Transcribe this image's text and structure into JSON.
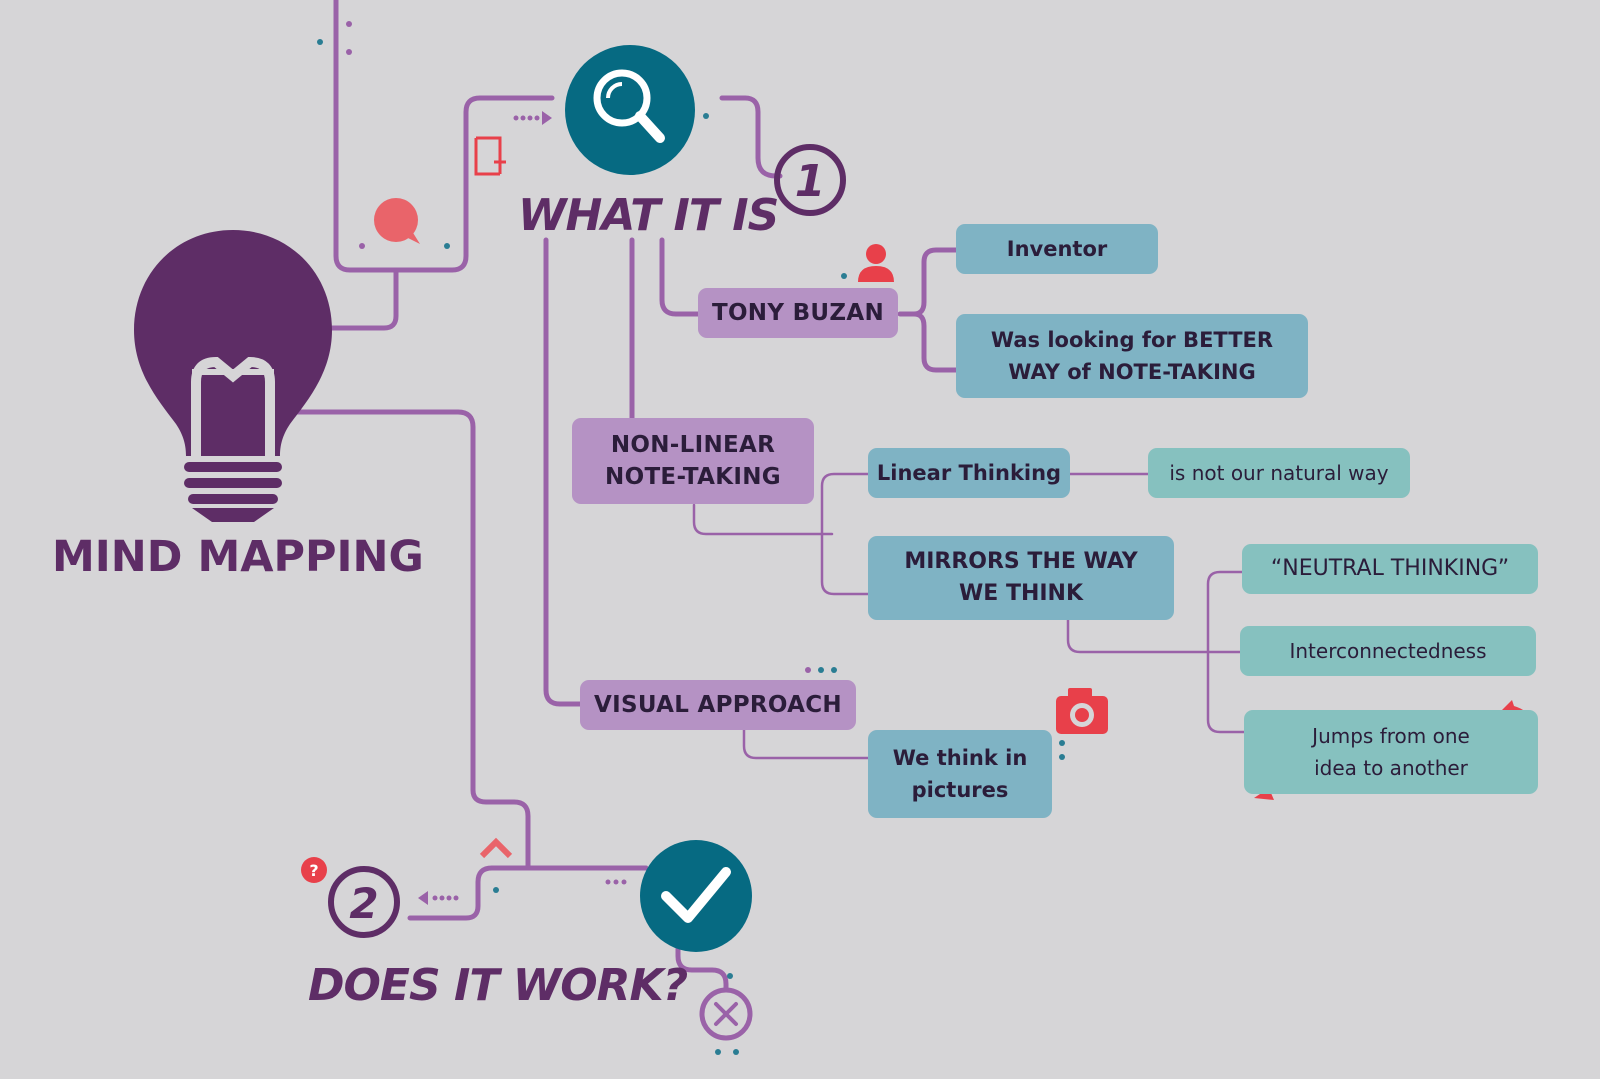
{
  "main_title": "MIND MAPPING",
  "lightbulb_letter": "M",
  "section_1": {
    "number": "1",
    "title": "WHAT IT IS"
  },
  "section_2": {
    "number": "2",
    "title": "DOES IT WORK?"
  },
  "nodes": {
    "tony_buzan": "TONY BUZAN",
    "inventor": "Inventor",
    "better_way": "Was looking for BETTER\nWAY of NOTE-TAKING",
    "non_linear": "NON-LINEAR\nNOTE-TAKING",
    "linear_thinking": "Linear Thinking",
    "not_natural": "is not our natural way",
    "mirrors": "MIRRORS THE WAY\nWE THINK",
    "neutral_thinking": "“NEUTRAL THINKING”",
    "interconnectedness": "Interconnectedness",
    "jumps": "Jumps from one\nidea to another",
    "visual_approach": "VISUAL APPROACH",
    "pictures": "We think in\npictures"
  },
  "small_glyphs": {
    "question": "?",
    "close": "×"
  },
  "icons": [
    "lightbulb-icon",
    "magnifier-icon",
    "checkmark-icon",
    "close-circle-icon",
    "chat-bubble-icon",
    "add-page-icon",
    "person-icon",
    "camera-icon",
    "question-icon",
    "chevron-up-icon",
    "curved-arrow-icon"
  ],
  "colors": {
    "background": "#d6d5d7",
    "line": "#9a62a8",
    "dark_purple": "#5e2d66",
    "teal_circle": "#066a82",
    "purple_box": "#b592c4",
    "blue_box": "#7fb3c4",
    "teal_box": "#86c1bf",
    "accent_red": "#e8404a"
  }
}
